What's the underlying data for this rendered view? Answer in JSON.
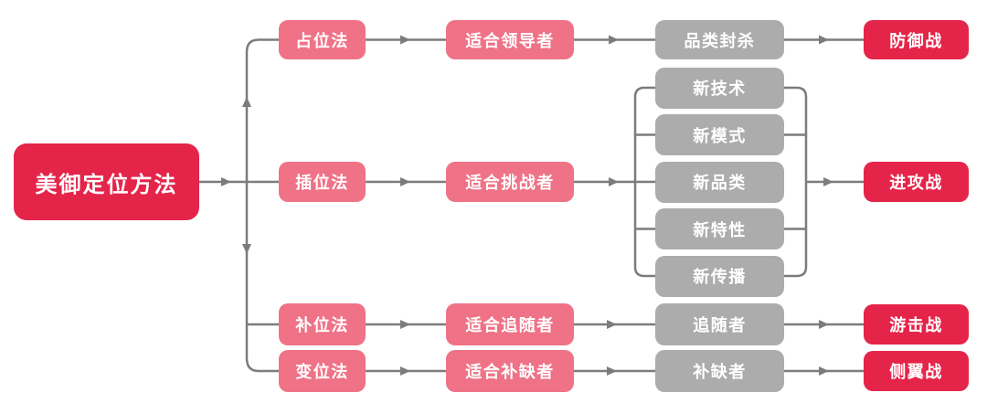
{
  "colors": {
    "accent_red": "#E5244A",
    "pink": "#EF7286",
    "gray": "#ACACAC",
    "connector": "#7C7C7C",
    "node_text": "#FFFFFF",
    "background": "#FFFFFF"
  },
  "flow": {
    "root": {
      "label": "美御定位方法"
    },
    "branches": [
      {
        "method": "占位法",
        "audience": "适合领导者",
        "strategy": "品类封杀",
        "warfare": "防御战"
      },
      {
        "method": "插位法",
        "audience": "适合挑战者",
        "strategies": [
          "新技术",
          "新模式",
          "新品类",
          "新特性",
          "新传播"
        ],
        "warfare": "进攻战"
      },
      {
        "method": "补位法",
        "audience": "适合追随者",
        "strategy": "追随者",
        "warfare": "游击战"
      },
      {
        "method": "变位法",
        "audience": "适合补缺者",
        "strategy": "补缺者",
        "warfare": "侧翼战"
      }
    ]
  }
}
